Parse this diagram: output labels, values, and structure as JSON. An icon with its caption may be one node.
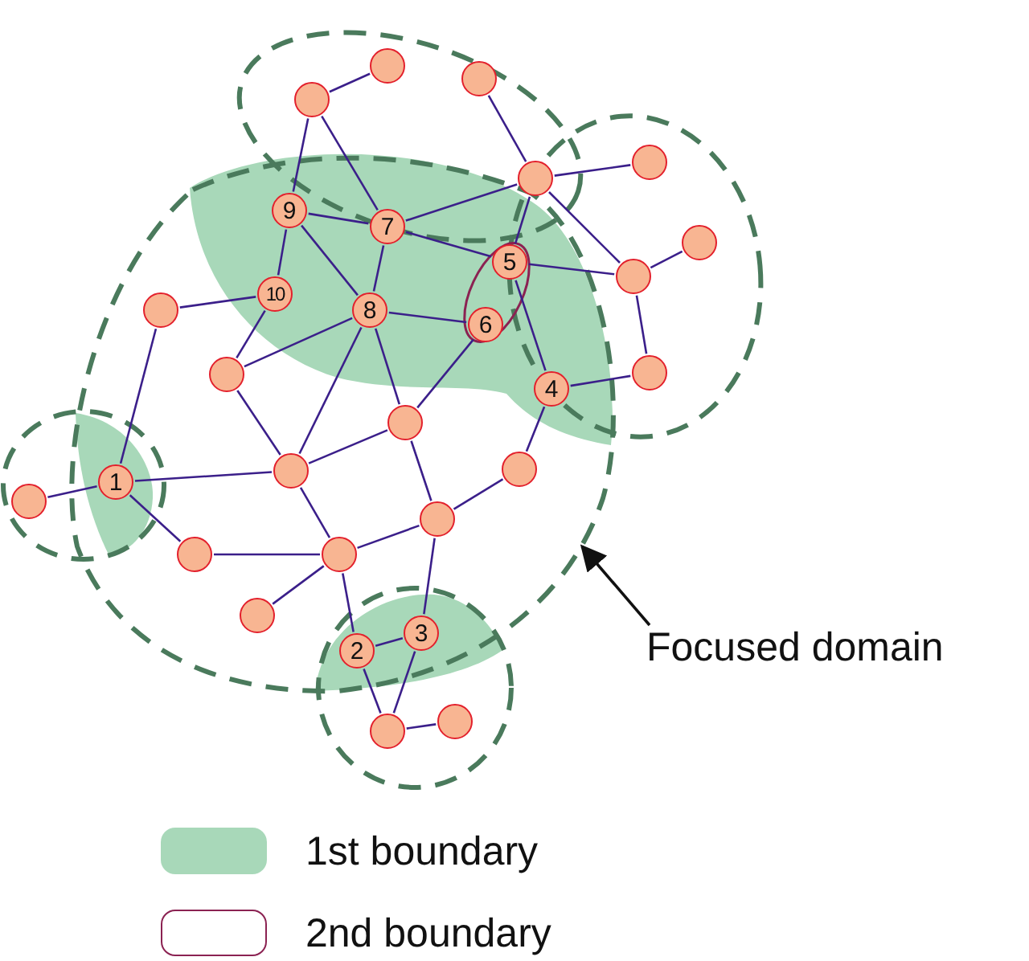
{
  "diagram": {
    "nodes": [
      {
        "text": [],
        "shape": "circle"
      },
      {
        "text": [],
        "shape": "circle"
      },
      {
        "text": [],
        "shape": "circle"
      },
      {
        "text": [],
        "shape": "circle"
      },
      {
        "text": [],
        "shape": "circle"
      },
      {
        "text": [
          "9"
        ]
      },
      {
        "text": [
          "7"
        ]
      },
      {
        "text": [],
        "shape": "circle"
      },
      {
        "text": [
          "5"
        ]
      },
      {
        "text": [],
        "shape": "circle"
      },
      {
        "text": [
          "10"
        ]
      },
      {
        "text": [],
        "shape": "circle"
      },
      {
        "text": [
          "8"
        ]
      },
      {
        "text": [
          "6"
        ]
      },
      {
        "text": [],
        "shape": "circle"
      },
      {
        "text": [],
        "shape": "circle"
      },
      {
        "text": [
          "4"
        ]
      },
      {
        "text": [],
        "shape": "circle"
      },
      {
        "text": [],
        "shape": "circle"
      },
      {
        "text": [],
        "shape": "circle"
      },
      {
        "text": [
          "1"
        ]
      },
      {
        "text": [],
        "shape": "circle"
      },
      {
        "text": [],
        "shape": "circle"
      },
      {
        "text": [],
        "shape": "circle"
      },
      {
        "text": [],
        "shape": "circle"
      },
      {
        "text": [],
        "shape": "circle"
      },
      {
        "text": [
          "3"
        ]
      },
      {
        "text": [
          "2"
        ]
      },
      {
        "text": [],
        "shape": "circle"
      },
      {
        "text": [],
        "shape": "circle"
      },
      {
        "text": [
          "Focused domain"
        ]
      }
    ],
    "edges": [
      {
        "from": 1,
        "to": 0,
        "arrow": "none"
      },
      {
        "from": 1,
        "to": 5,
        "arrow": "none"
      },
      {
        "from": 1,
        "to": 6,
        "arrow": "none"
      },
      {
        "from": 2,
        "to": 4,
        "arrow": "none"
      },
      {
        "from": 4,
        "to": 3,
        "arrow": "none"
      },
      {
        "from": 6,
        "to": 4,
        "arrow": "none"
      },
      {
        "from": 4,
        "to": 8,
        "arrow": "none"
      },
      {
        "from": 4,
        "to": 9,
        "arrow": "none"
      },
      {
        "from": 5,
        "to": 6,
        "arrow": "none"
      },
      {
        "from": 5,
        "to": 10,
        "arrow": "none"
      },
      {
        "from": 5,
        "to": 12,
        "arrow": "none"
      },
      {
        "from": 6,
        "to": 12,
        "arrow": "none"
      },
      {
        "from": 6,
        "to": 8,
        "arrow": "none"
      },
      {
        "from": 11,
        "to": 10,
        "arrow": "none"
      },
      {
        "from": 10,
        "to": 14,
        "arrow": "none"
      },
      {
        "from": 12,
        "to": 14,
        "arrow": "none"
      },
      {
        "from": 12,
        "to": 13,
        "arrow": "none"
      },
      {
        "from": 12,
        "to": 19,
        "arrow": "none"
      },
      {
        "from": 12,
        "to": 17,
        "arrow": "none"
      },
      {
        "from": 8,
        "to": 9,
        "arrow": "none"
      },
      {
        "from": 8,
        "to": 16,
        "arrow": "none"
      },
      {
        "from": 9,
        "to": 7,
        "arrow": "none"
      },
      {
        "from": 9,
        "to": 15,
        "arrow": "none"
      },
      {
        "from": 15,
        "to": 16,
        "arrow": "none"
      },
      {
        "from": 16,
        "to": 18,
        "arrow": "none"
      },
      {
        "from": 13,
        "to": 17,
        "arrow": "none"
      },
      {
        "from": 11,
        "to": 20,
        "arrow": "none"
      },
      {
        "from": 20,
        "to": 21,
        "arrow": "none"
      },
      {
        "from": 20,
        "to": 19,
        "arrow": "none"
      },
      {
        "from": 20,
        "to": 23,
        "arrow": "none"
      },
      {
        "from": 14,
        "to": 19,
        "arrow": "none"
      },
      {
        "from": 19,
        "to": 17,
        "arrow": "none"
      },
      {
        "from": 17,
        "to": 22,
        "arrow": "none"
      },
      {
        "from": 18,
        "to": 22,
        "arrow": "none"
      },
      {
        "from": 23,
        "to": 24,
        "arrow": "none"
      },
      {
        "from": 19,
        "to": 24,
        "arrow": "none"
      },
      {
        "from": 22,
        "to": 24,
        "arrow": "none"
      },
      {
        "from": 24,
        "to": 25,
        "arrow": "none"
      },
      {
        "from": 24,
        "to": 27,
        "arrow": "none"
      },
      {
        "from": 22,
        "to": 26,
        "arrow": "none"
      },
      {
        "from": 27,
        "to": 26,
        "arrow": "none"
      },
      {
        "from": 27,
        "to": 29,
        "arrow": "none"
      },
      {
        "from": 26,
        "to": 29,
        "arrow": "none"
      },
      {
        "from": 29,
        "to": 28,
        "arrow": "none"
      },
      {
        "from": 30,
        "to": null,
        "arrow": "to",
        "color": "#111111"
      }
    ],
    "legend": [
      {
        "text": "1st boundary",
        "color": "#a8d8b9"
      },
      {
        "text": "2nd boundary"
      }
    ]
  }
}
